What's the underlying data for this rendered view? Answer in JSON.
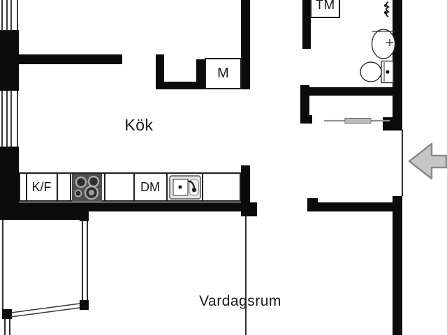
{
  "floorplan": {
    "rooms": {
      "kitchen": {
        "label": "Kök"
      },
      "living_room": {
        "label": "Vardagsrum"
      }
    },
    "appliances": {
      "washing_machine": {
        "label": "TM"
      },
      "m_unit": {
        "label": "M"
      },
      "fridge_freezer": {
        "label": "K/F"
      },
      "dishwasher": {
        "label": "DM"
      }
    },
    "icons": {
      "stove": "stove-burners-icon",
      "kitchen_sink": "kitchen-sink-icon",
      "washbasin": "washbasin-icon",
      "toilet": "toilet-icon",
      "faucet": "faucet-icon",
      "sliding_door": "sliding-door-icon",
      "entrance_arrow": "entrance-arrow-icon",
      "window": "window-icon",
      "balcony_railing": "balcony-railing-icon"
    },
    "colors": {
      "wall": "#0b0b0b",
      "background": "#ffffff",
      "stove_fill": "#4f4f4f",
      "arrow_fill": "#c7c7c7",
      "arrow_stroke": "#8a8a8a",
      "text": "#1a1a1a"
    }
  }
}
